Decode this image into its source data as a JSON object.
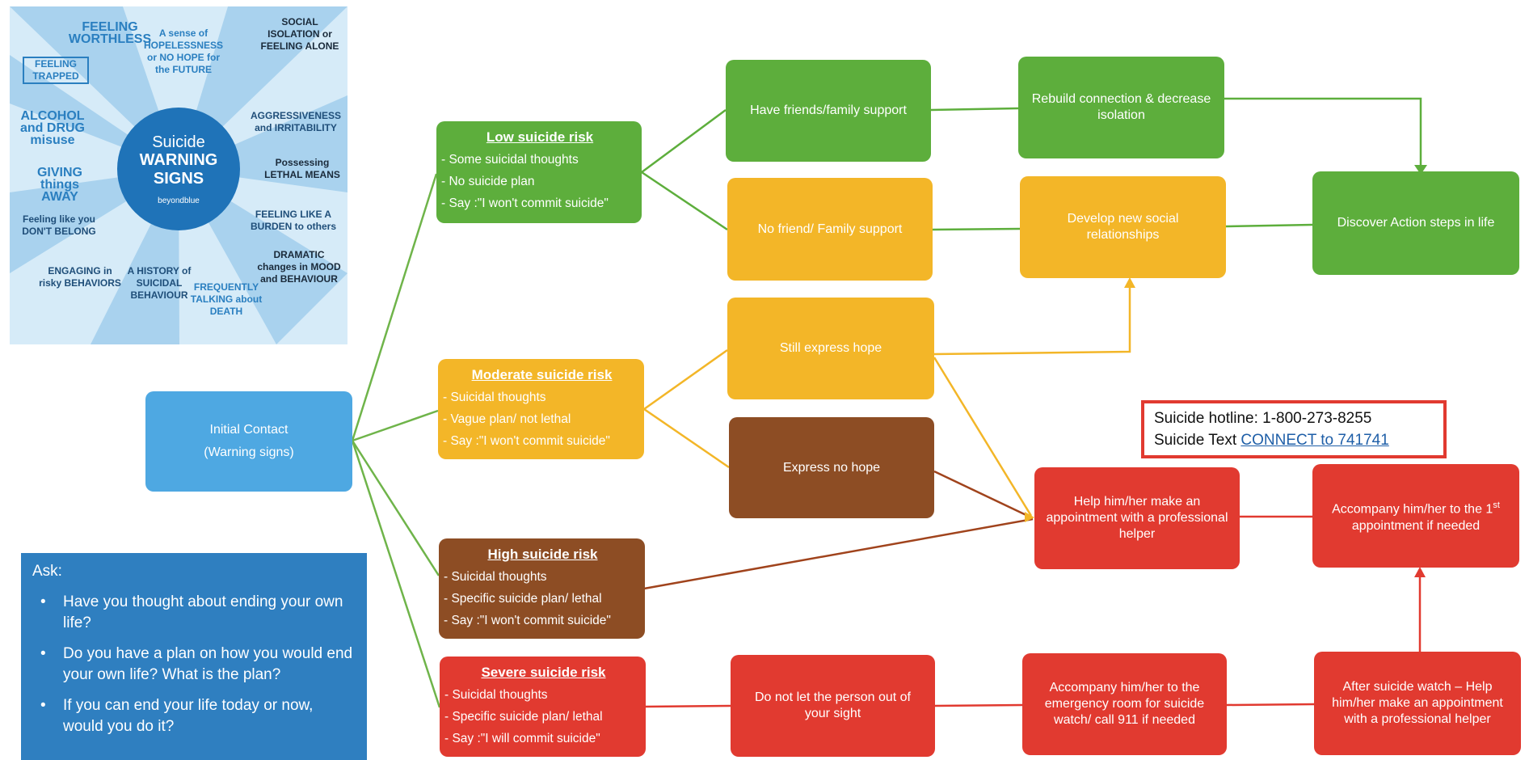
{
  "infographic": {
    "center_line1": "Suicide",
    "center_line2": "WARNING",
    "center_line3": "SIGNS",
    "center_brand": "beyondblue",
    "signs": [
      "FEELING WORTHLESS",
      "A sense of HOPELESSNESS or NO HOPE for the FUTURE",
      "SOCIAL ISOLATION or FEELING ALONE",
      "FEELING TRAPPED",
      "ALCOHOL and DRUG misuse",
      "AGGRESSIVENESS and IRRITABILITY",
      "GIVING things AWAY",
      "Possessing LETHAL MEANS",
      "Feeling like you DON'T BELONG",
      "FEELING LIKE A BURDEN to others",
      "ENGAGING in risky BEHAVIORS",
      "A HISTORY of SUICIDAL BEHAVIOUR",
      "FREQUENTLY TALKING about DEATH",
      "DRAMATIC changes in MOOD and BEHAVIOUR"
    ]
  },
  "nodes": {
    "initial": {
      "line1": "Initial Contact",
      "line2": "(Warning signs)"
    },
    "low": {
      "title": "Low suicide risk",
      "items": [
        "- Some suicidal thoughts",
        "- No suicide plan",
        "- Say :\"I won't commit suicide\""
      ]
    },
    "moderate": {
      "title": "Moderate suicide risk",
      "items": [
        "- Suicidal thoughts",
        "- Vague plan/ not lethal",
        "- Say :\"I won't commit suicide\""
      ]
    },
    "high": {
      "title": "High suicide risk",
      "items": [
        "- Suicidal thoughts",
        "- Specific suicide plan/ lethal",
        "- Say :\"I won't commit suicide\""
      ]
    },
    "severe": {
      "title": "Severe suicide risk",
      "items": [
        "- Suicidal thoughts",
        "- Specific suicide plan/ lethal",
        "- Say :\"I will commit suicide\""
      ]
    },
    "friends": "Have friends/family support",
    "rebuild": "Rebuild connection & decrease isolation",
    "no_friend": "No friend/ Family support",
    "develop": "Develop new social relationships",
    "discover": "Discover Action steps in life",
    "hope": "Still express hope",
    "no_hope": "Express no hope",
    "help_appt": "Help him/her make an appointment with a professional helper",
    "accompany_pre": "Accompany him/her to the 1",
    "accompany_sup": "st",
    "accompany_post": " appointment if needed",
    "do_not_let": "Do not let the person out of your sight",
    "accompany_er": "Accompany him/her to the emergency room for suicide watch/ call 911 if needed",
    "after_watch": "After suicide watch – Help him/her make an appointment with a professional helper"
  },
  "hotline": {
    "line1": "Suicide hotline: 1-800-273-8255",
    "line2_prefix": "Suicide Text ",
    "line2_link": "CONNECT to 741741"
  },
  "ask": {
    "title": "Ask:",
    "questions": [
      "Have you thought about ending your own life?",
      "Do you have a plan on how you would end your own life? What is the plan?",
      "If you can end your life today or now, would you do it?"
    ]
  },
  "colors": {
    "green": "#5dae3c",
    "yellow": "#f3b628",
    "brown": "#8d4d24",
    "red": "#e13a30",
    "blue": "#4ea8e2",
    "dark_blue": "#2f7fc0"
  }
}
